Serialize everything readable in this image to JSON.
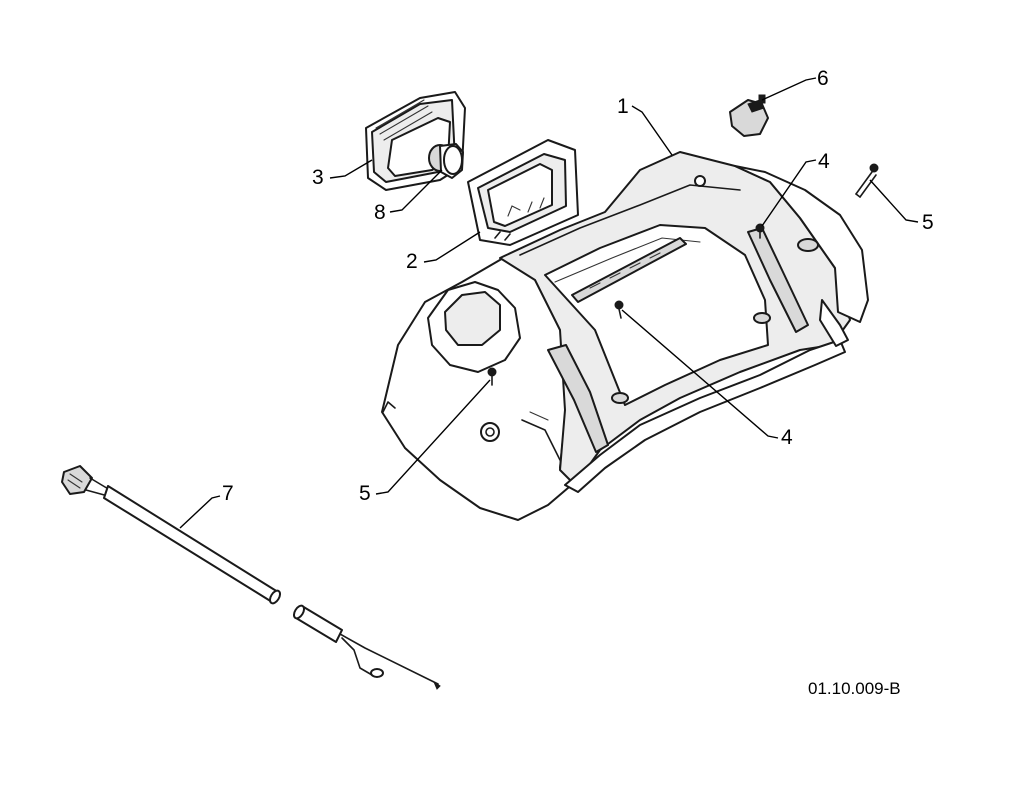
{
  "drawing_ref": "01.10.009-B",
  "callouts": {
    "c1": "1",
    "c2": "2",
    "c3": "3",
    "c4a": "4",
    "c4b": "4",
    "c5a": "5",
    "c5b": "5",
    "c6": "6",
    "c7": "7",
    "c8": "8"
  }
}
